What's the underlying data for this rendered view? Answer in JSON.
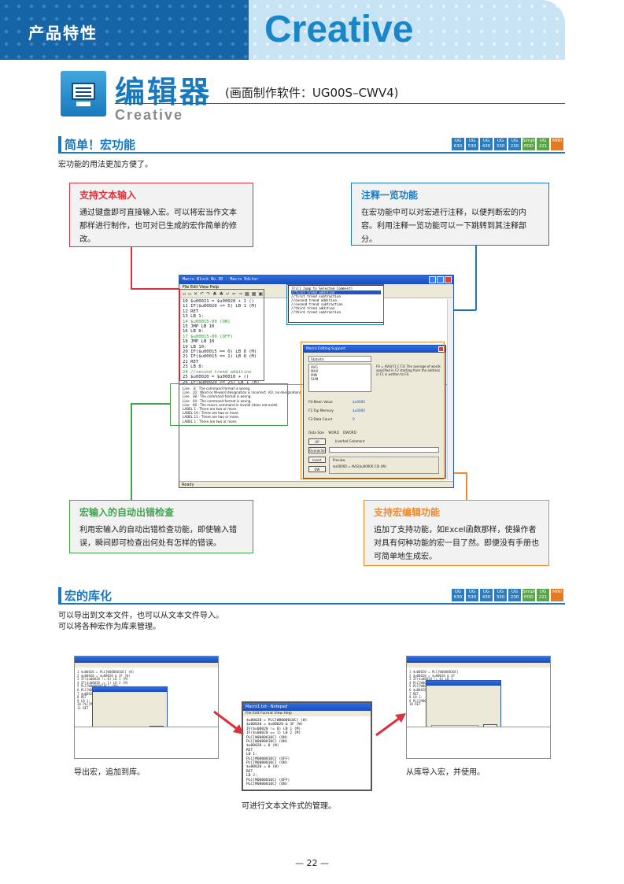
{
  "header": {
    "category": "产品特性",
    "brand": "Creative"
  },
  "title": {
    "main": "编辑器",
    "subtitle": "(画面制作软件：UG00S–CWV4)",
    "creative": "Creative"
  },
  "models": [
    "UG 630",
    "UG 530",
    "UG 430",
    "UG 330",
    "UG 230",
    "Simple POD",
    "UG 221",
    "MINI"
  ],
  "section1": {
    "title": "简单！宏功能",
    "desc": "宏功能的用法更加方便了。"
  },
  "callouts": {
    "text_input": {
      "title": "支持文本输入",
      "body": "通过键盘即可直接输入宏。可以将宏当作文本那样进行制作，也可对已生成的宏作简单的修改。"
    },
    "comment_list": {
      "title": "注释一览功能",
      "body": "在宏功能中可以对宏进行注释，以便判断宏的内容。利用注释一览功能可以一下跳转到其注释部分。"
    },
    "auto_check": {
      "title": "宏输入的自动出错检查",
      "body": "利用宏输入的自动出错检查功能，即使输入错误，瞬间即可检查出何处有怎样的错误。"
    },
    "edit_support": {
      "title": "支持宏编辑功能",
      "body": "追加了支持功能，如Excel函数那样，使操作者对具有何种功能的宏一目了然。即便没有手册也可简单地生成宏。"
    }
  },
  "screenshot": {
    "window_title": "Macro Block No.30 - Macro Editor",
    "menu": "File  Edit  View  Help",
    "code_lines": [
      "10 $u00021 = $u00020 + 1 ()",
      "11 IF($u00020 <= 5) LB 1 (M)",
      "12 RET",
      "13 LB 1:",
      "14 $u00015-00 (ON)",
      "15 JMP LB 10",
      "16 LB 8:",
      "17 $u00015-00 (OFF)",
      "18 JMP LB 10",
      "19 LB 10:",
      "20 IF($u00015 == 0) LB 8 (M)",
      "21 IF($u00015 == 1) LB 8 (M)",
      "22 RET",
      "23 LB 8:",
      "24 //second trend addition",
      "25 $u00020 = $u00010 + ()",
      "26 IF($u00020 >= 25) LB 1 (M)",
      "27"
    ],
    "comment_dropdown": "[Fill Jump to Selected Comment]",
    "comment_items": [
      "//first trend addition",
      "//first trend subtraction",
      "//second trend addition",
      "//second trend subtraction",
      "//third trend addition",
      "//third trend subtraction"
    ],
    "errors": [
      "Line    8 : The command format is wrong.",
      "Line   10 : Word or W-word designation is incorrect. (Or, no designation)",
      "Line   38 : The command format is wrong.",
      "Line   44 : The command format is wrong.",
      "Line   46 : The macro command is invalid (does not exist).",
      "LABEL 1 : There are two or more.",
      "LABEL 10 : There are two or more.",
      "LABEL 11 : There are two or more.",
      "LABEL 1 : There are two or more."
    ],
    "status": "Ready",
    "dialog": {
      "title": "Macro Editing Support",
      "category": "Statistic",
      "functions": [
        "AVG",
        "MAX",
        "MIN",
        "SUM"
      ],
      "description": "F0 = AVG(F1 C F2) The average of words specified in F2 starting from the address in F1 is written to F0.",
      "fields": [
        "F0:Mean Value",
        "F1:Top Memory",
        "F2:Data Count"
      ],
      "values": [
        "$u0000",
        "$u0000",
        "0"
      ],
      "data_size": "Data Size    WORD    DWORD",
      "buttons": [
        "UP",
        "Overwrite",
        "Insert",
        "DW"
      ],
      "inserted_comment_label": "Inserted Comment",
      "preview_label": "Preview",
      "preview": "$u00000 = AVG($u00000 C0) (W)"
    }
  },
  "section2": {
    "title": "宏的库化",
    "desc1": "可以导出到文本文件，也可以从文本文件导入。",
    "desc2": "可以将各种宏作为库来管理。"
  },
  "notepad": {
    "title": "Macro1.txt - Notepad",
    "menu": "File  Edit  Format  View  Help",
    "lines": [
      "$u00020 = PLC[W0000010C] (W)",
      "$u00020 = $u00020 & 3F (W)",
      "IF($u00020 != 0) LB 1 (M)",
      "IF($u00020 == 1) LB 2 (M)",
      "PLC[W0000010C] (ON)",
      "PLC[W0000010C] (ON)",
      "$u00020 = 0 (W)",
      "RET",
      "LB 1:",
      "PLC[M0000010C] (OFF)",
      "PLC[M0000010C] (ON)",
      "$u00020 = 0 (W)",
      "RET",
      "LB 2:",
      "PLC[M0000010C] (OFF)",
      "PLC[M0000010C] (ON)"
    ]
  },
  "captions": {
    "export": "导出宏，追加到库。",
    "text_manage": "可进行文本文件式的管理。",
    "import": "从库导入宏，并使用。"
  },
  "page_number": "— 22 —",
  "colors": {
    "brand_blue": "#1a79bd",
    "red": "#d9323c",
    "green": "#3fa34d",
    "orange": "#ef8a2a"
  }
}
